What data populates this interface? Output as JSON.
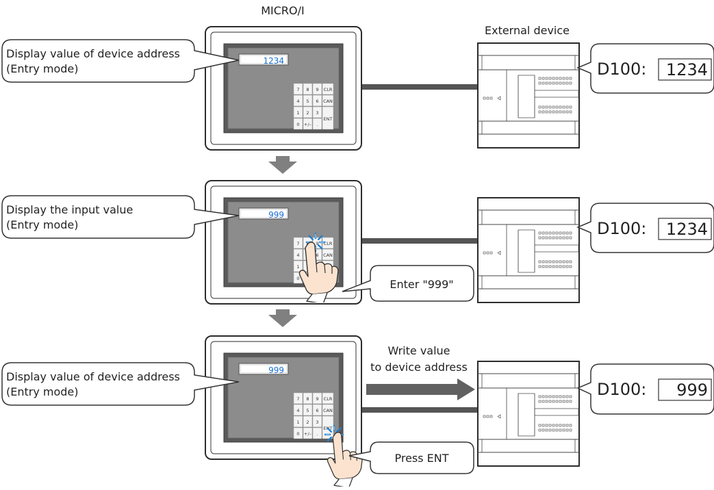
{
  "header": {
    "micro_label": "MICRO/I",
    "external_label": "External device"
  },
  "steps": [
    {
      "callout": [
        "Display value of device address",
        "(Entry mode)"
      ],
      "panel_display": "1234",
      "device_label": "D100:",
      "device_value": "1234"
    },
    {
      "callout": [
        "Display the input value",
        "(Entry mode)"
      ],
      "panel_display": "999",
      "device_label": "D100:",
      "device_value": "1234",
      "action": "Enter \"999\""
    },
    {
      "callout": [
        "Display value of device address",
        "(Entry mode)"
      ],
      "panel_display": "999",
      "device_label": "D100:",
      "device_value": "999",
      "action": "Press ENT",
      "write_label": [
        "Write value",
        "to device address"
      ]
    }
  ],
  "keypad": {
    "row1": [
      "7",
      "8",
      "9",
      "CLR"
    ],
    "row2": [
      "4",
      "5",
      "6",
      "CAN"
    ],
    "row3": [
      "1",
      "2",
      "3"
    ],
    "row4": [
      "0",
      "+/–",
      "."
    ],
    "ent": "ENT"
  },
  "colors": {
    "panel_screen": "#8c8c8c",
    "panel_border": "#333333",
    "arrow_gray": "#808080",
    "display_text": "#1a6fd0",
    "touch_burst": "#1f7fd0",
    "hand_fill": "#fbe3cf"
  }
}
